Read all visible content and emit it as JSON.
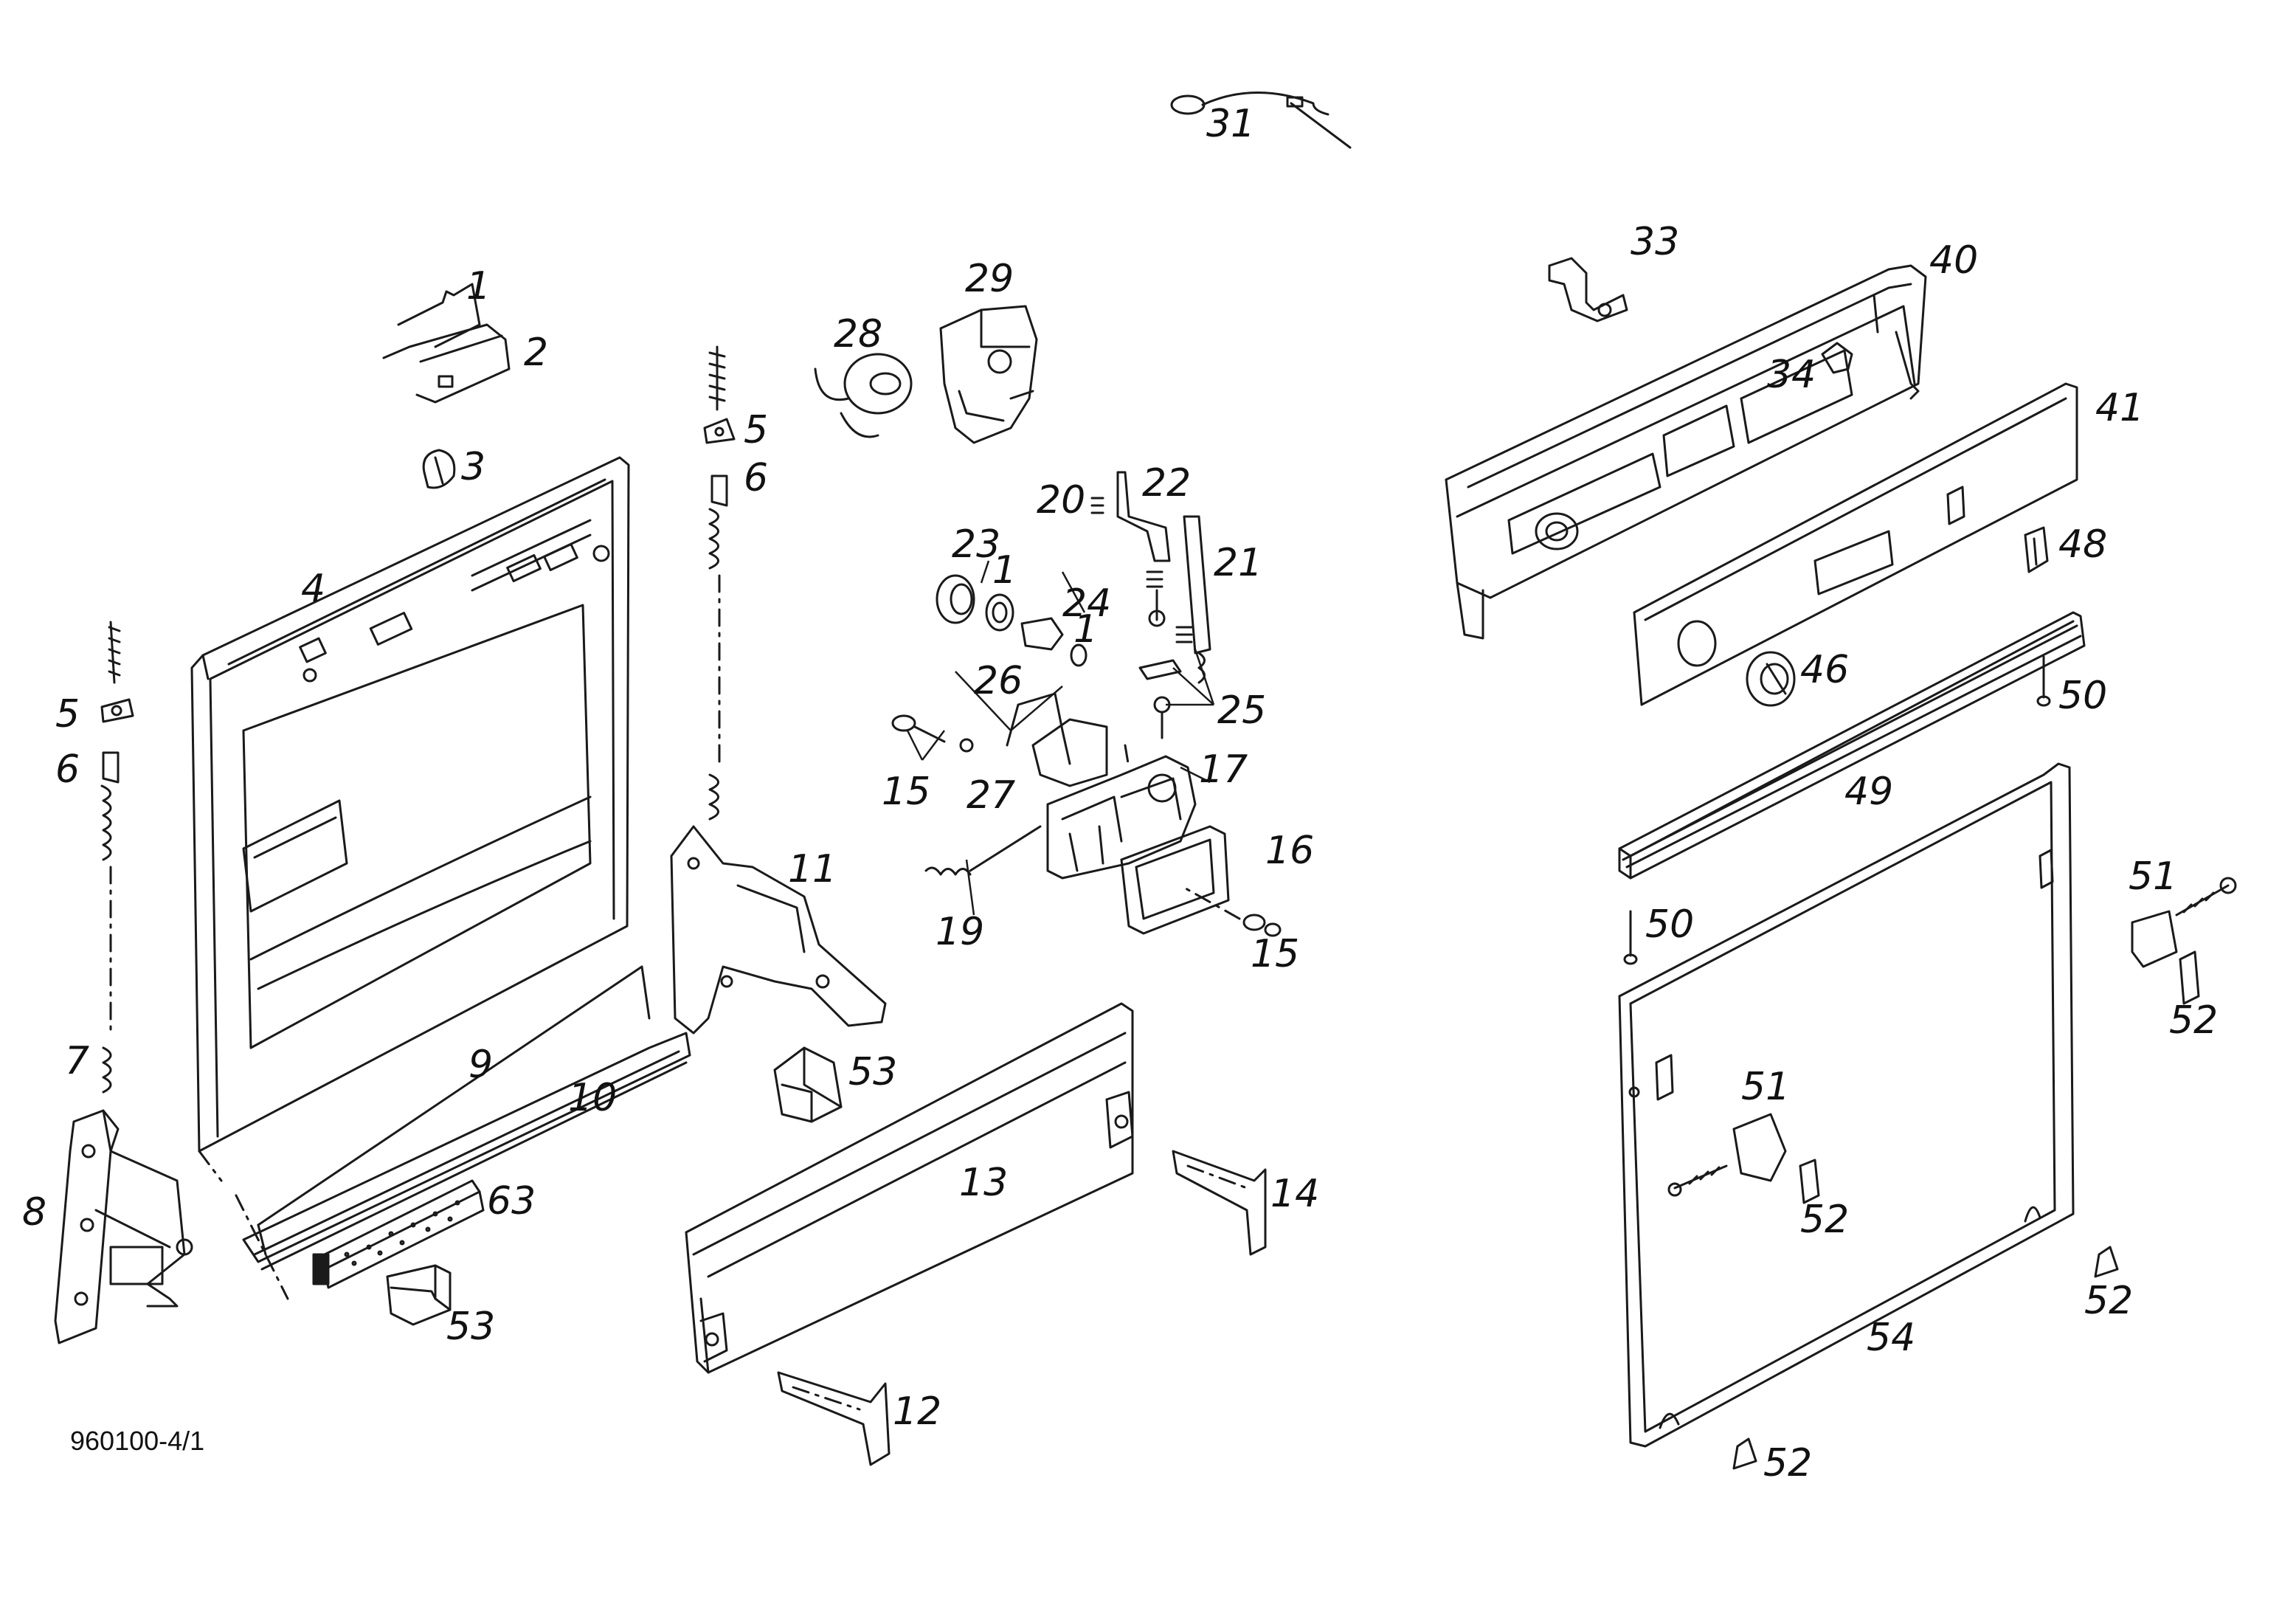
{
  "drawing": {
    "reference_number": "960100-4/1"
  },
  "callouts": {
    "c1": "1",
    "c2": "2",
    "c3": "3",
    "c4": "4",
    "c5a": "5",
    "c5b": "5",
    "c6a": "6",
    "c6b": "6",
    "c7": "7",
    "c8": "8",
    "c9": "9",
    "c10": "10",
    "c11": "11",
    "c12": "12",
    "c13": "13",
    "c14": "14",
    "c15a": "15",
    "c15b": "15",
    "c16": "16",
    "c17": "17",
    "c19": "19",
    "c20": "20",
    "c21": "21",
    "c22": "22",
    "c23": "23",
    "c1b": "1",
    "c24": "24",
    "c1c": "1",
    "c25": "25",
    "c26": "26",
    "c27": "27",
    "c28": "28",
    "c29": "29",
    "c31": "31",
    "c33": "33",
    "c34": "34",
    "c40": "40",
    "c41": "41",
    "c46": "46",
    "c48": "48",
    "c49": "49",
    "c50a": "50",
    "c50b": "50",
    "c51a": "51",
    "c51b": "51",
    "c52a": "52",
    "c52b": "52",
    "c52c": "52",
    "c52d": "52",
    "c53a": "53",
    "c53b": "53",
    "c54": "54",
    "c63": "63"
  }
}
